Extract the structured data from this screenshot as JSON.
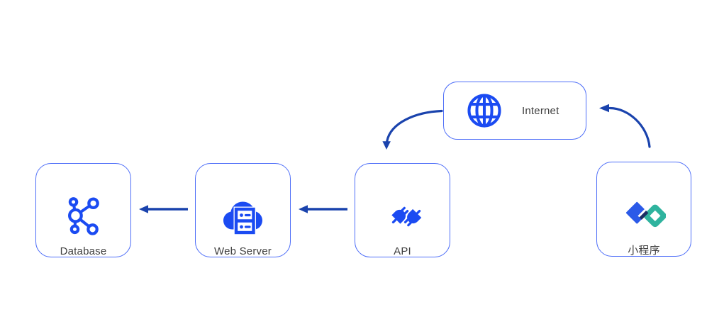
{
  "colors": {
    "background": "#ffffff",
    "box_border": "#4e6ef8",
    "arrow": "#1a43ad",
    "icon_blue": "#1b4bf2",
    "label_text": "#3f3f3f",
    "logo_blue": "#2b5ae8",
    "logo_teal": "#2fb39e",
    "logo_navy": "#1c2f63"
  },
  "nodes": {
    "database": {
      "label": "Database",
      "icon": "share-nodes-icon"
    },
    "web_server": {
      "label": "Web Server",
      "icon": "cloud-server-icon"
    },
    "api": {
      "label": "API",
      "icon": "plug-icon"
    },
    "internet": {
      "label": "Internet",
      "icon": "globe-icon"
    },
    "mini_program": {
      "label": "小程序",
      "icon": "miniprogram-logo-icon"
    }
  },
  "edges": [
    {
      "from": "mini_program",
      "to": "internet",
      "style": "curved"
    },
    {
      "from": "internet",
      "to": "api",
      "style": "curved"
    },
    {
      "from": "api",
      "to": "web_server",
      "style": "straight"
    },
    {
      "from": "web_server",
      "to": "database",
      "style": "straight"
    }
  ]
}
